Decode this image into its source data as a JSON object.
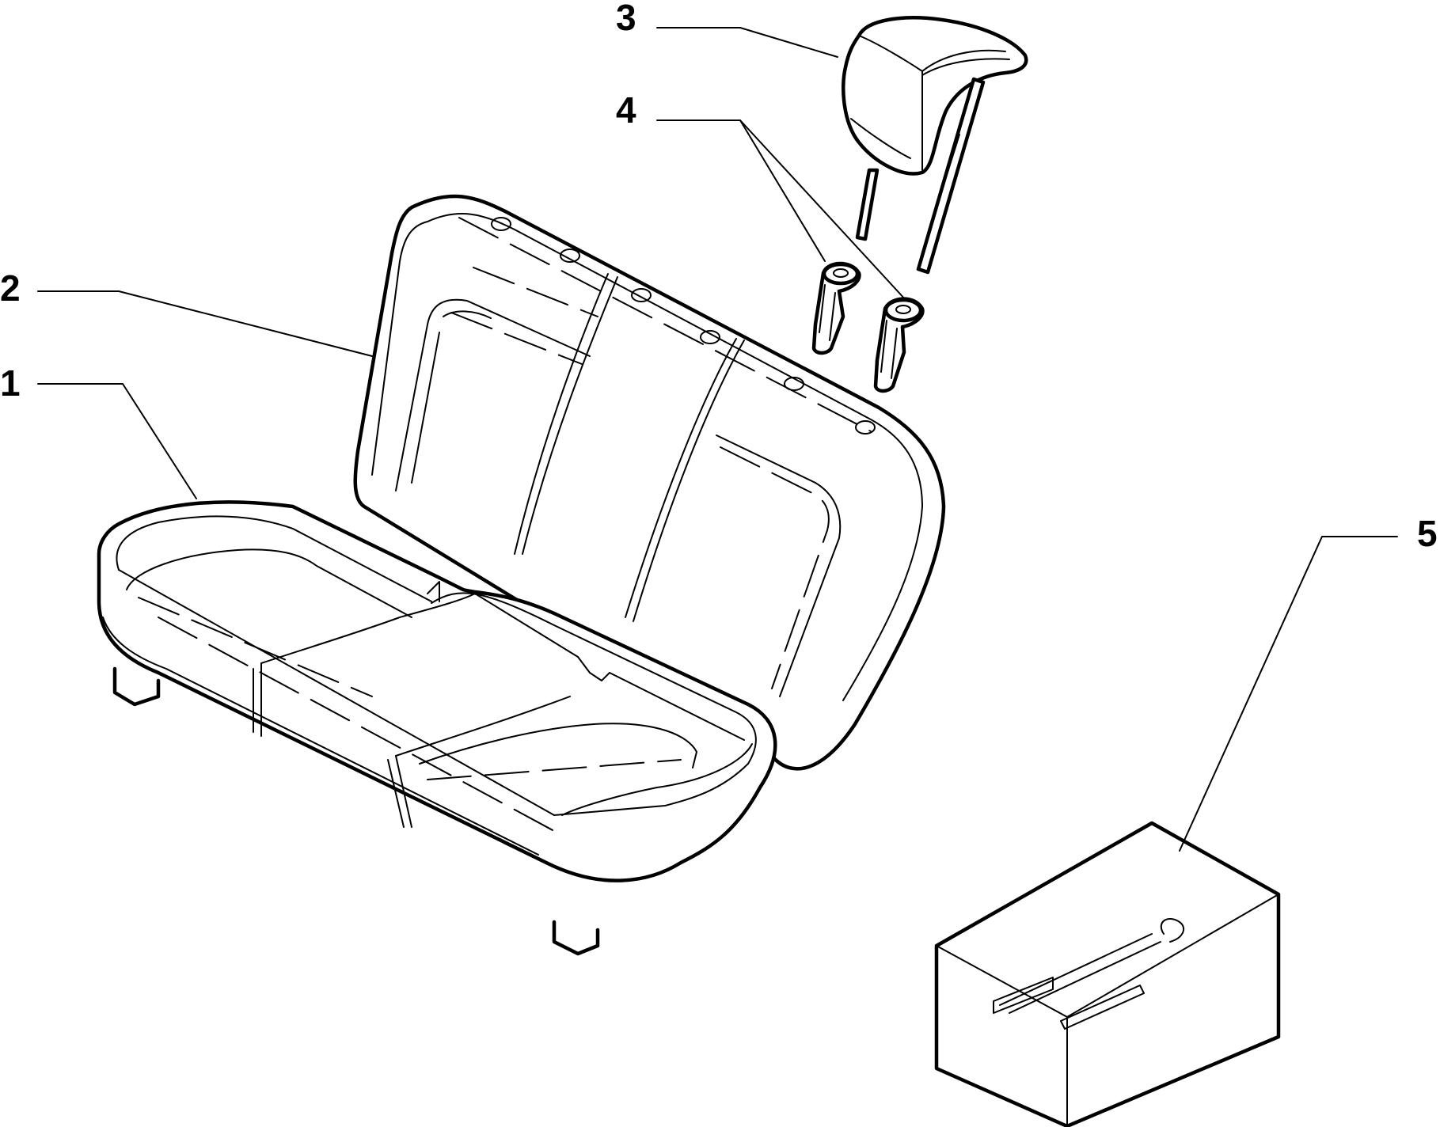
{
  "diagram": {
    "callouts": [
      {
        "id": "1",
        "text": "1"
      },
      {
        "id": "2",
        "text": "2"
      },
      {
        "id": "3",
        "text": "3"
      },
      {
        "id": "4",
        "text": "4"
      },
      {
        "id": "5",
        "text": "5"
      }
    ],
    "parts": [
      {
        "callout": "1",
        "icon": "seat-cushion-icon"
      },
      {
        "callout": "2",
        "icon": "seat-backrest-icon"
      },
      {
        "callout": "3",
        "icon": "headrest-icon"
      },
      {
        "callout": "4",
        "icon": "headrest-guide-icon"
      },
      {
        "callout": "5",
        "icon": "seat-fixing-kit-box-icon"
      }
    ],
    "colors": {
      "line": "#000000",
      "background": "#ffffff"
    }
  }
}
